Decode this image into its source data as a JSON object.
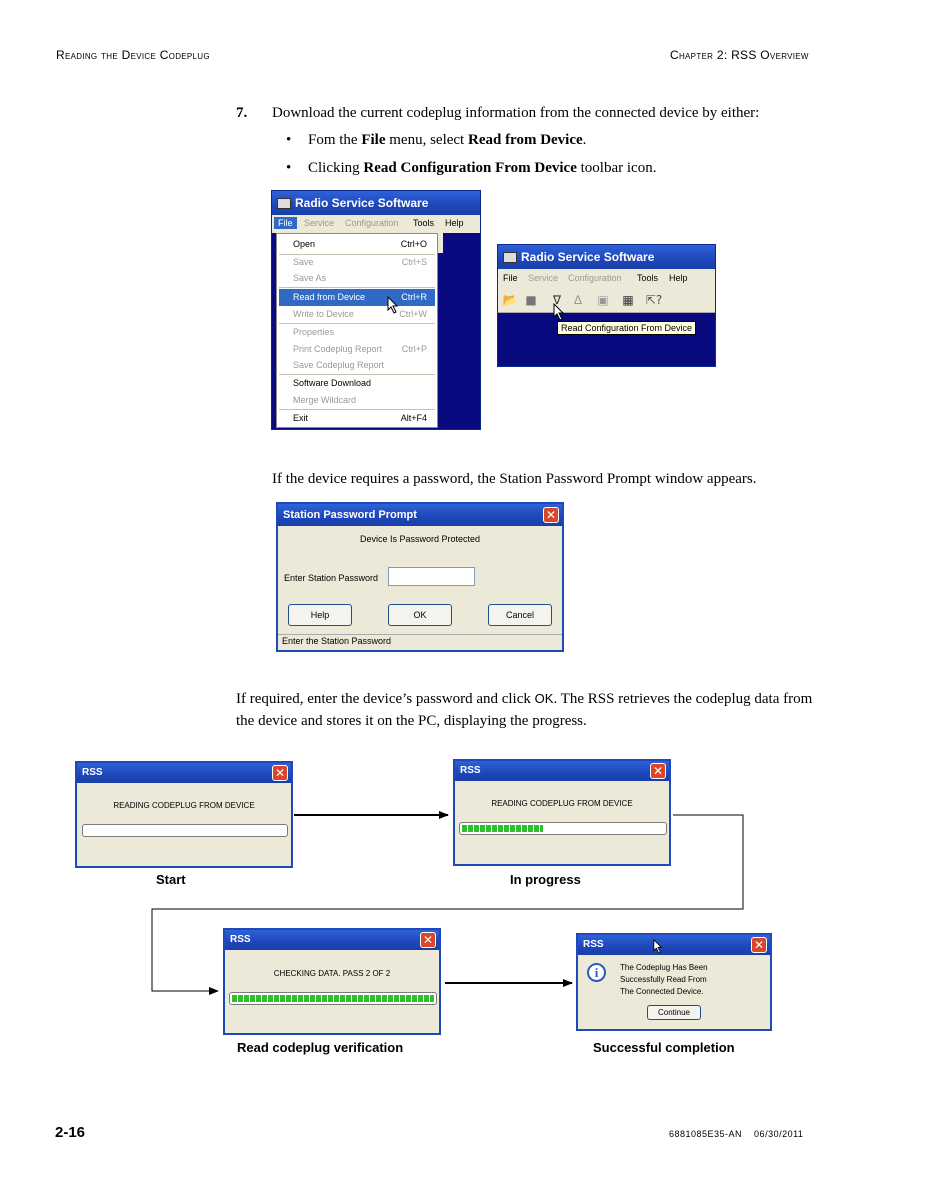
{
  "header": {
    "left": "Reading the Device Codeplug",
    "right": "Chapter 2: RSS Overview"
  },
  "step": {
    "number": "7.",
    "text": "Download the current codeplug information from the connected device by either:",
    "bullet1": {
      "pre": "Fom the ",
      "b1": "File",
      "mid": " menu, select ",
      "b2": "Read from Device",
      "post": "."
    },
    "bullet2": {
      "pre": "Clicking ",
      "b1": "Read Configuration From Device",
      "post": " toolbar icon."
    }
  },
  "menu_window": {
    "title": "Radio Service Software",
    "menubar": [
      "File",
      "Service",
      "Configuration",
      "Tools",
      "Help"
    ],
    "items": [
      {
        "label": "Open",
        "shortcut": "Ctrl+O"
      },
      {
        "label": "Save",
        "shortcut": "Ctrl+S"
      },
      {
        "label": "Save As",
        "shortcut": ""
      },
      {
        "label": "Read from Device",
        "shortcut": "Ctrl+R"
      },
      {
        "label": "Write to Device",
        "shortcut": "Ctrl+W"
      },
      {
        "label": "Properties",
        "shortcut": ""
      },
      {
        "label": "Print Codeplug Report",
        "shortcut": "Ctrl+P"
      },
      {
        "label": "Save Codeplug Report",
        "shortcut": ""
      },
      {
        "label": "Software Download",
        "shortcut": ""
      },
      {
        "label": "Merge Wildcard",
        "shortcut": ""
      },
      {
        "label": "Exit",
        "shortcut": "Alt+F4"
      }
    ]
  },
  "toolbar_window": {
    "title": "Radio Service Software",
    "menubar": [
      "File",
      "Service",
      "Configuration",
      "Tools",
      "Help"
    ],
    "tooltip": "Read Configuration From Device",
    "icons": [
      "folder-open-icon",
      "save-icon",
      "read-device-icon",
      "write-device-icon",
      "device-icon",
      "network-icon",
      "help-pointer-icon"
    ]
  },
  "password_intro": "If the device requires a password, the Station Password Prompt window appears.",
  "password_dialog": {
    "title": "Station Password Prompt",
    "message": "Device Is Password Protected",
    "field_label": "Enter Station Password",
    "field_value": "",
    "buttons": {
      "help": "Help",
      "ok": "OK",
      "cancel": "Cancel"
    },
    "status": "Enter the Station Password"
  },
  "progress_intro": {
    "pre": "If required, enter the device’s password and click ",
    "ok": "OK",
    "post": ". The RSS retrieves the codeplug data from the device and stores it on the PC, displaying the progress."
  },
  "flow": {
    "start": {
      "title": "RSS",
      "message": "READING CODEPLUG FROM DEVICE",
      "progress": 0,
      "caption": "Start"
    },
    "progress": {
      "title": "RSS",
      "message": "READING CODEPLUG FROM DEVICE",
      "progress": 0.4,
      "caption": "In progress"
    },
    "verify": {
      "title": "RSS",
      "message": "CHECKING DATA. PASS 2 OF 2",
      "progress": 1.0,
      "caption": "Read codeplug verification"
    },
    "done": {
      "title": "RSS",
      "message_lines": [
        "The Codeplug Has Been",
        "Successfully Read From",
        "The Connected Device."
      ],
      "button": "Continue",
      "caption": "Successful completion"
    }
  },
  "footer": {
    "page": "2-16",
    "doc": "6881085E35-AN    06/30/2011"
  }
}
